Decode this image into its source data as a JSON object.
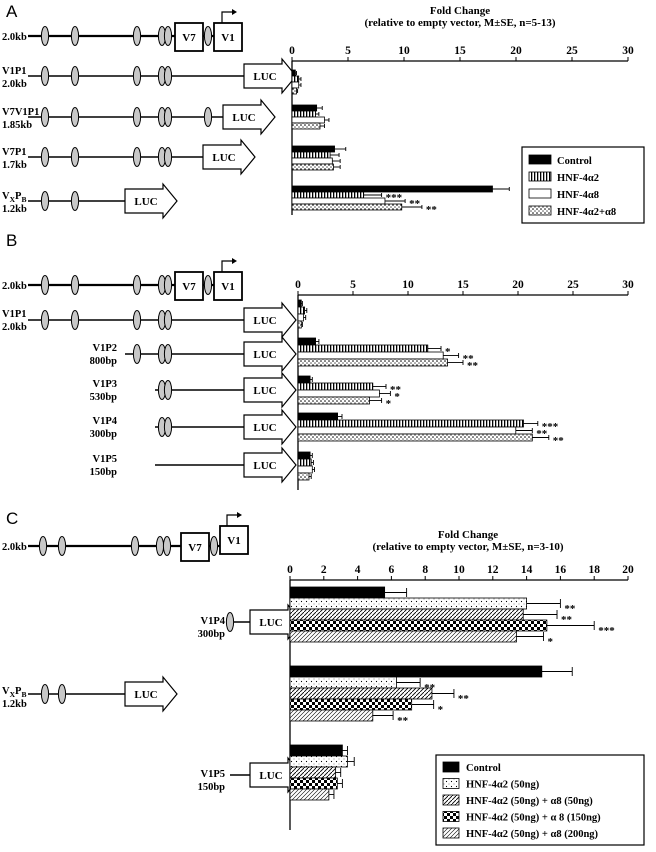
{
  "panels": [
    {
      "letter": "A",
      "header_construct": {
        "label": "2.0kb",
        "boxes": [
          "V7",
          "V1"
        ]
      },
      "constructs": [
        {
          "name": "V1P1",
          "size": "2.0kb"
        },
        {
          "name": "V7V1P1",
          "size": "1.85kb"
        },
        {
          "name": "V7P1",
          "size": "1.7kb"
        },
        {
          "name": "VxPB",
          "size": "1.2kb"
        }
      ],
      "luc_label": "LUC"
    },
    {
      "letter": "B",
      "header_construct": {
        "label": "2.0kb",
        "boxes": [
          "V7",
          "V1"
        ]
      },
      "constructs": [
        {
          "name": "V1P1",
          "size": "2.0kb"
        },
        {
          "name": "V1P2",
          "size": "800bp"
        },
        {
          "name": "V1P3",
          "size": "530bp"
        },
        {
          "name": "V1P4",
          "size": "300bp"
        },
        {
          "name": "V1P5",
          "size": "150bp"
        }
      ],
      "luc_label": "LUC"
    },
    {
      "letter": "C",
      "header_construct": {
        "label": "2.0kb",
        "boxes": [
          "V7",
          "V1"
        ]
      },
      "constructs": [
        {
          "name": "V1P4",
          "size": "300bp"
        },
        {
          "name": "VxPB",
          "size": "1.2kb"
        },
        {
          "name": "V1P5",
          "size": "150bp"
        }
      ],
      "luc_label": "LUC"
    }
  ],
  "chart_data": [
    {
      "type": "bar",
      "orientation": "horizontal",
      "panel": "A",
      "title": "Fold Change",
      "subtitle": "(relative to empty vector, M±SE, n=5-13)",
      "xlim": [
        0,
        30
      ],
      "ticks": [
        "0",
        "5",
        "10",
        "15",
        "20",
        "25",
        "30"
      ],
      "categories": [
        "V1P1",
        "V7V1P1",
        "V7P1",
        "VxPB"
      ],
      "series": [
        {
          "name": "Control",
          "values": [
            0.3,
            2.2,
            3.8,
            17.9
          ],
          "errors": [
            0.1,
            0.5,
            1.0,
            1.5
          ],
          "significance": [
            "",
            "",
            "",
            ""
          ]
        },
        {
          "name": "HNF-4α2",
          "values": [
            0.6,
            2.1,
            3.4,
            6.4
          ],
          "errors": [
            0.2,
            0.3,
            0.8,
            1.6
          ],
          "significance": [
            "",
            "",
            "",
            "***"
          ]
        },
        {
          "name": "HNF-4α8",
          "values": [
            0.6,
            2.9,
            3.6,
            8.3
          ],
          "errors": [
            0.2,
            0.4,
            0.7,
            1.8
          ],
          "significance": [
            "",
            "",
            "",
            "**"
          ]
        },
        {
          "name": "HNF-4α2+α8",
          "values": [
            0.4,
            2.5,
            3.7,
            9.8
          ],
          "errors": [
            0.1,
            0.4,
            0.6,
            1.8
          ],
          "significance": [
            "",
            "",
            "",
            "**"
          ]
        }
      ],
      "legend_position": "right"
    },
    {
      "type": "bar",
      "orientation": "horizontal",
      "panel": "B",
      "title": "",
      "xlim": [
        0,
        30
      ],
      "ticks": [
        "0",
        "5",
        "10",
        "15",
        "20",
        "25",
        "30"
      ],
      "categories": [
        "V1P1",
        "V1P2",
        "V1P3",
        "V1P4",
        "V1P5"
      ],
      "series": [
        {
          "name": "Control",
          "values": [
            0.3,
            1.6,
            1.1,
            3.6,
            1.1
          ],
          "errors": [
            0.1,
            0.3,
            0.2,
            0.4,
            0.2
          ]
        },
        {
          "name": "HNF-4α2",
          "values": [
            0.6,
            11.8,
            6.8,
            20.5,
            1.2
          ],
          "errors": [
            0.2,
            1.2,
            1.2,
            1.3,
            0.2
          ],
          "significance": [
            "",
            "*",
            "**",
            "***",
            ""
          ]
        },
        {
          "name": "HNF-4α8",
          "values": [
            0.5,
            13.2,
            7.4,
            19.8,
            1.3
          ],
          "errors": [
            0.2,
            1.4,
            1.0,
            1.5,
            0.2
          ],
          "significance": [
            "",
            "**",
            "*",
            "**",
            ""
          ]
        },
        {
          "name": "HNF-4α2+α8",
          "values": [
            0.3,
            13.6,
            6.5,
            21.3,
            1.0
          ],
          "errors": [
            0.1,
            1.4,
            1.1,
            1.5,
            0.2
          ],
          "significance": [
            "",
            "**",
            "*",
            "**",
            ""
          ]
        }
      ]
    },
    {
      "type": "bar",
      "orientation": "horizontal",
      "panel": "C",
      "title": "Fold Change",
      "subtitle": "(relative to empty vector, M±SE, n=3-10)",
      "xlim": [
        0,
        20
      ],
      "ticks": [
        "0",
        "2",
        "4",
        "6",
        "8",
        "10",
        "12",
        "14",
        "16",
        "18",
        "20"
      ],
      "categories": [
        "V1P4",
        "VxPB",
        "V1P5"
      ],
      "series": [
        {
          "name": "Control",
          "values": [
            5.6,
            14.9,
            3.1
          ],
          "errors": [
            1.3,
            1.8,
            0.3
          ],
          "significance": [
            "",
            "",
            ""
          ]
        },
        {
          "name": "HNF-4α2 (50ng)",
          "values": [
            14.0,
            6.3,
            3.4
          ],
          "errors": [
            2.0,
            1.4,
            0.4
          ],
          "significance": [
            "**",
            "**",
            ""
          ]
        },
        {
          "name": "HNF-4α2 (50ng) + α8 (50ng)",
          "values": [
            13.8,
            8.4,
            2.7
          ],
          "errors": [
            2.0,
            1.3,
            0.3
          ],
          "significance": [
            "**",
            "**",
            ""
          ]
        },
        {
          "name": "HNF-4α2 (50ng) + α 8 (150ng)",
          "values": [
            15.2,
            7.2,
            2.8
          ],
          "errors": [
            2.8,
            1.3,
            0.3
          ],
          "significance": [
            "***",
            "*",
            ""
          ]
        },
        {
          "name": "HNF-4α2 (50ng) + α8 (200ng)",
          "values": [
            13.4,
            4.9,
            2.3
          ],
          "errors": [
            1.6,
            1.2,
            0.3
          ],
          "significance": [
            "*",
            "**",
            ""
          ]
        }
      ],
      "legend_position": "bottom-right"
    }
  ]
}
